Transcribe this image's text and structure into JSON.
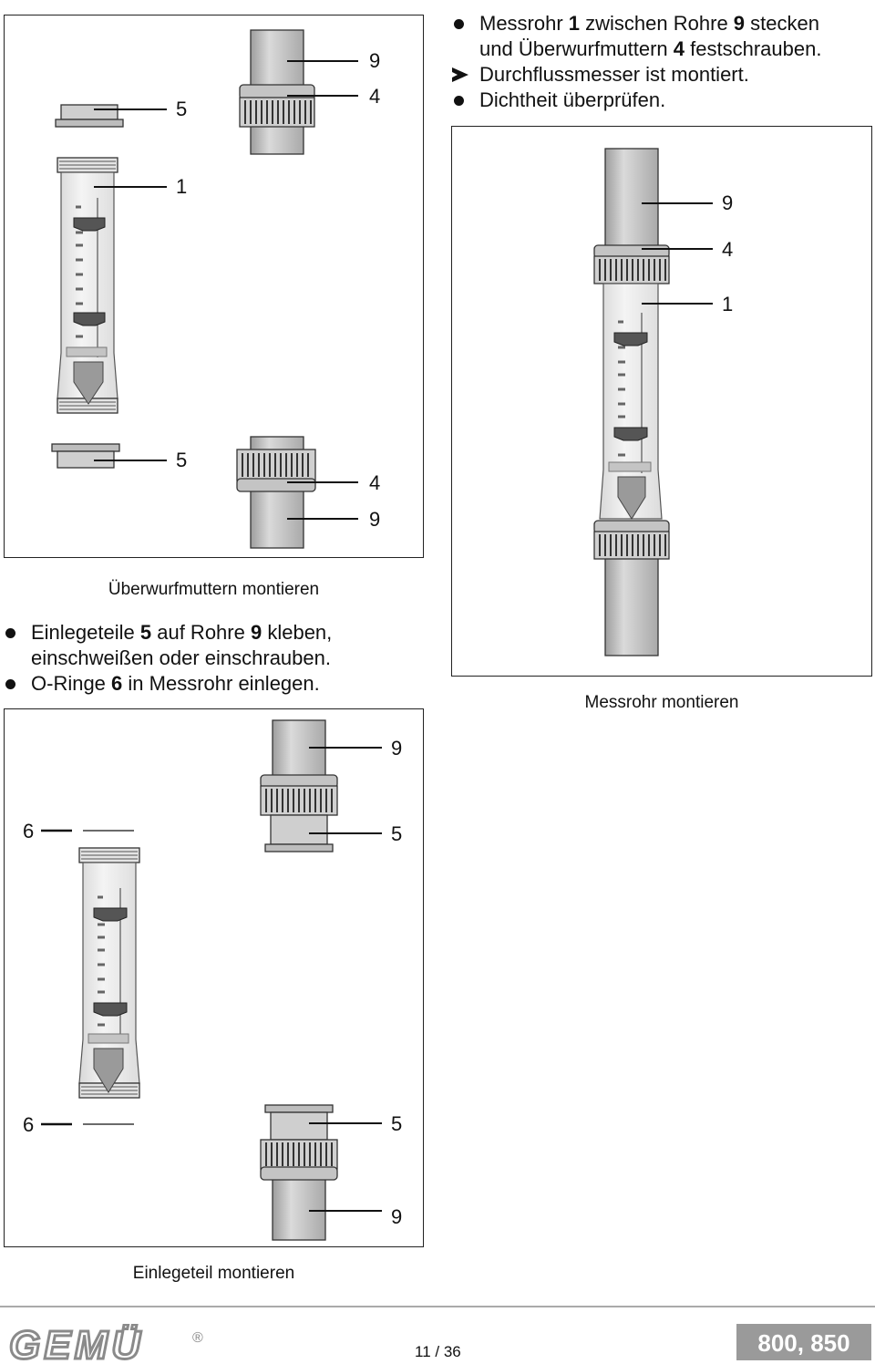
{
  "top_instructions": {
    "line1_pre": "Messrohr ",
    "line1_bold1": "1",
    "line1_mid": " zwischen Rohre ",
    "line1_bold2": "9",
    "line1_post": " stecken",
    "line2_pre": "und Überwurfmuttern ",
    "line2_bold": "4",
    "line2_post": " festschrauben.",
    "line3": "Durchflussmesser ist montiert.",
    "line4": "Dichtheit überprüfen."
  },
  "mid_instructions": {
    "line1_pre": "Einlegeteile ",
    "line1_bold1": "5",
    "line1_mid": " auf Rohre ",
    "line1_bold2": "9",
    "line1_post": " kleben,",
    "line2": "einschweißen oder einschrauben.",
    "line3_pre": "O-Ringe ",
    "line3_bold": "6",
    "line3_post": " in Messrohr einlegen."
  },
  "panel1": {
    "caption": "Überwurfmuttern montieren",
    "labels": {
      "a": "9",
      "b": "4",
      "c": "5",
      "d": "1",
      "e": "5",
      "f": "4",
      "g": "9"
    }
  },
  "panel2": {
    "caption": "Messrohr montieren",
    "labels": {
      "a": "9",
      "b": "4",
      "c": "1"
    }
  },
  "panel3": {
    "caption": "Einlegeteil montieren",
    "labels": {
      "a": "9",
      "b": "6",
      "c": "5",
      "d": "6",
      "e": "5",
      "f": "9"
    }
  },
  "footer": {
    "brand": "GEMÜ",
    "registered": "®",
    "page": "11 / 36",
    "model": "800, 850"
  },
  "colors": {
    "part_gray": "#c9c9c9",
    "part_stroke": "#333333",
    "model_box": "#9a9a9a"
  }
}
